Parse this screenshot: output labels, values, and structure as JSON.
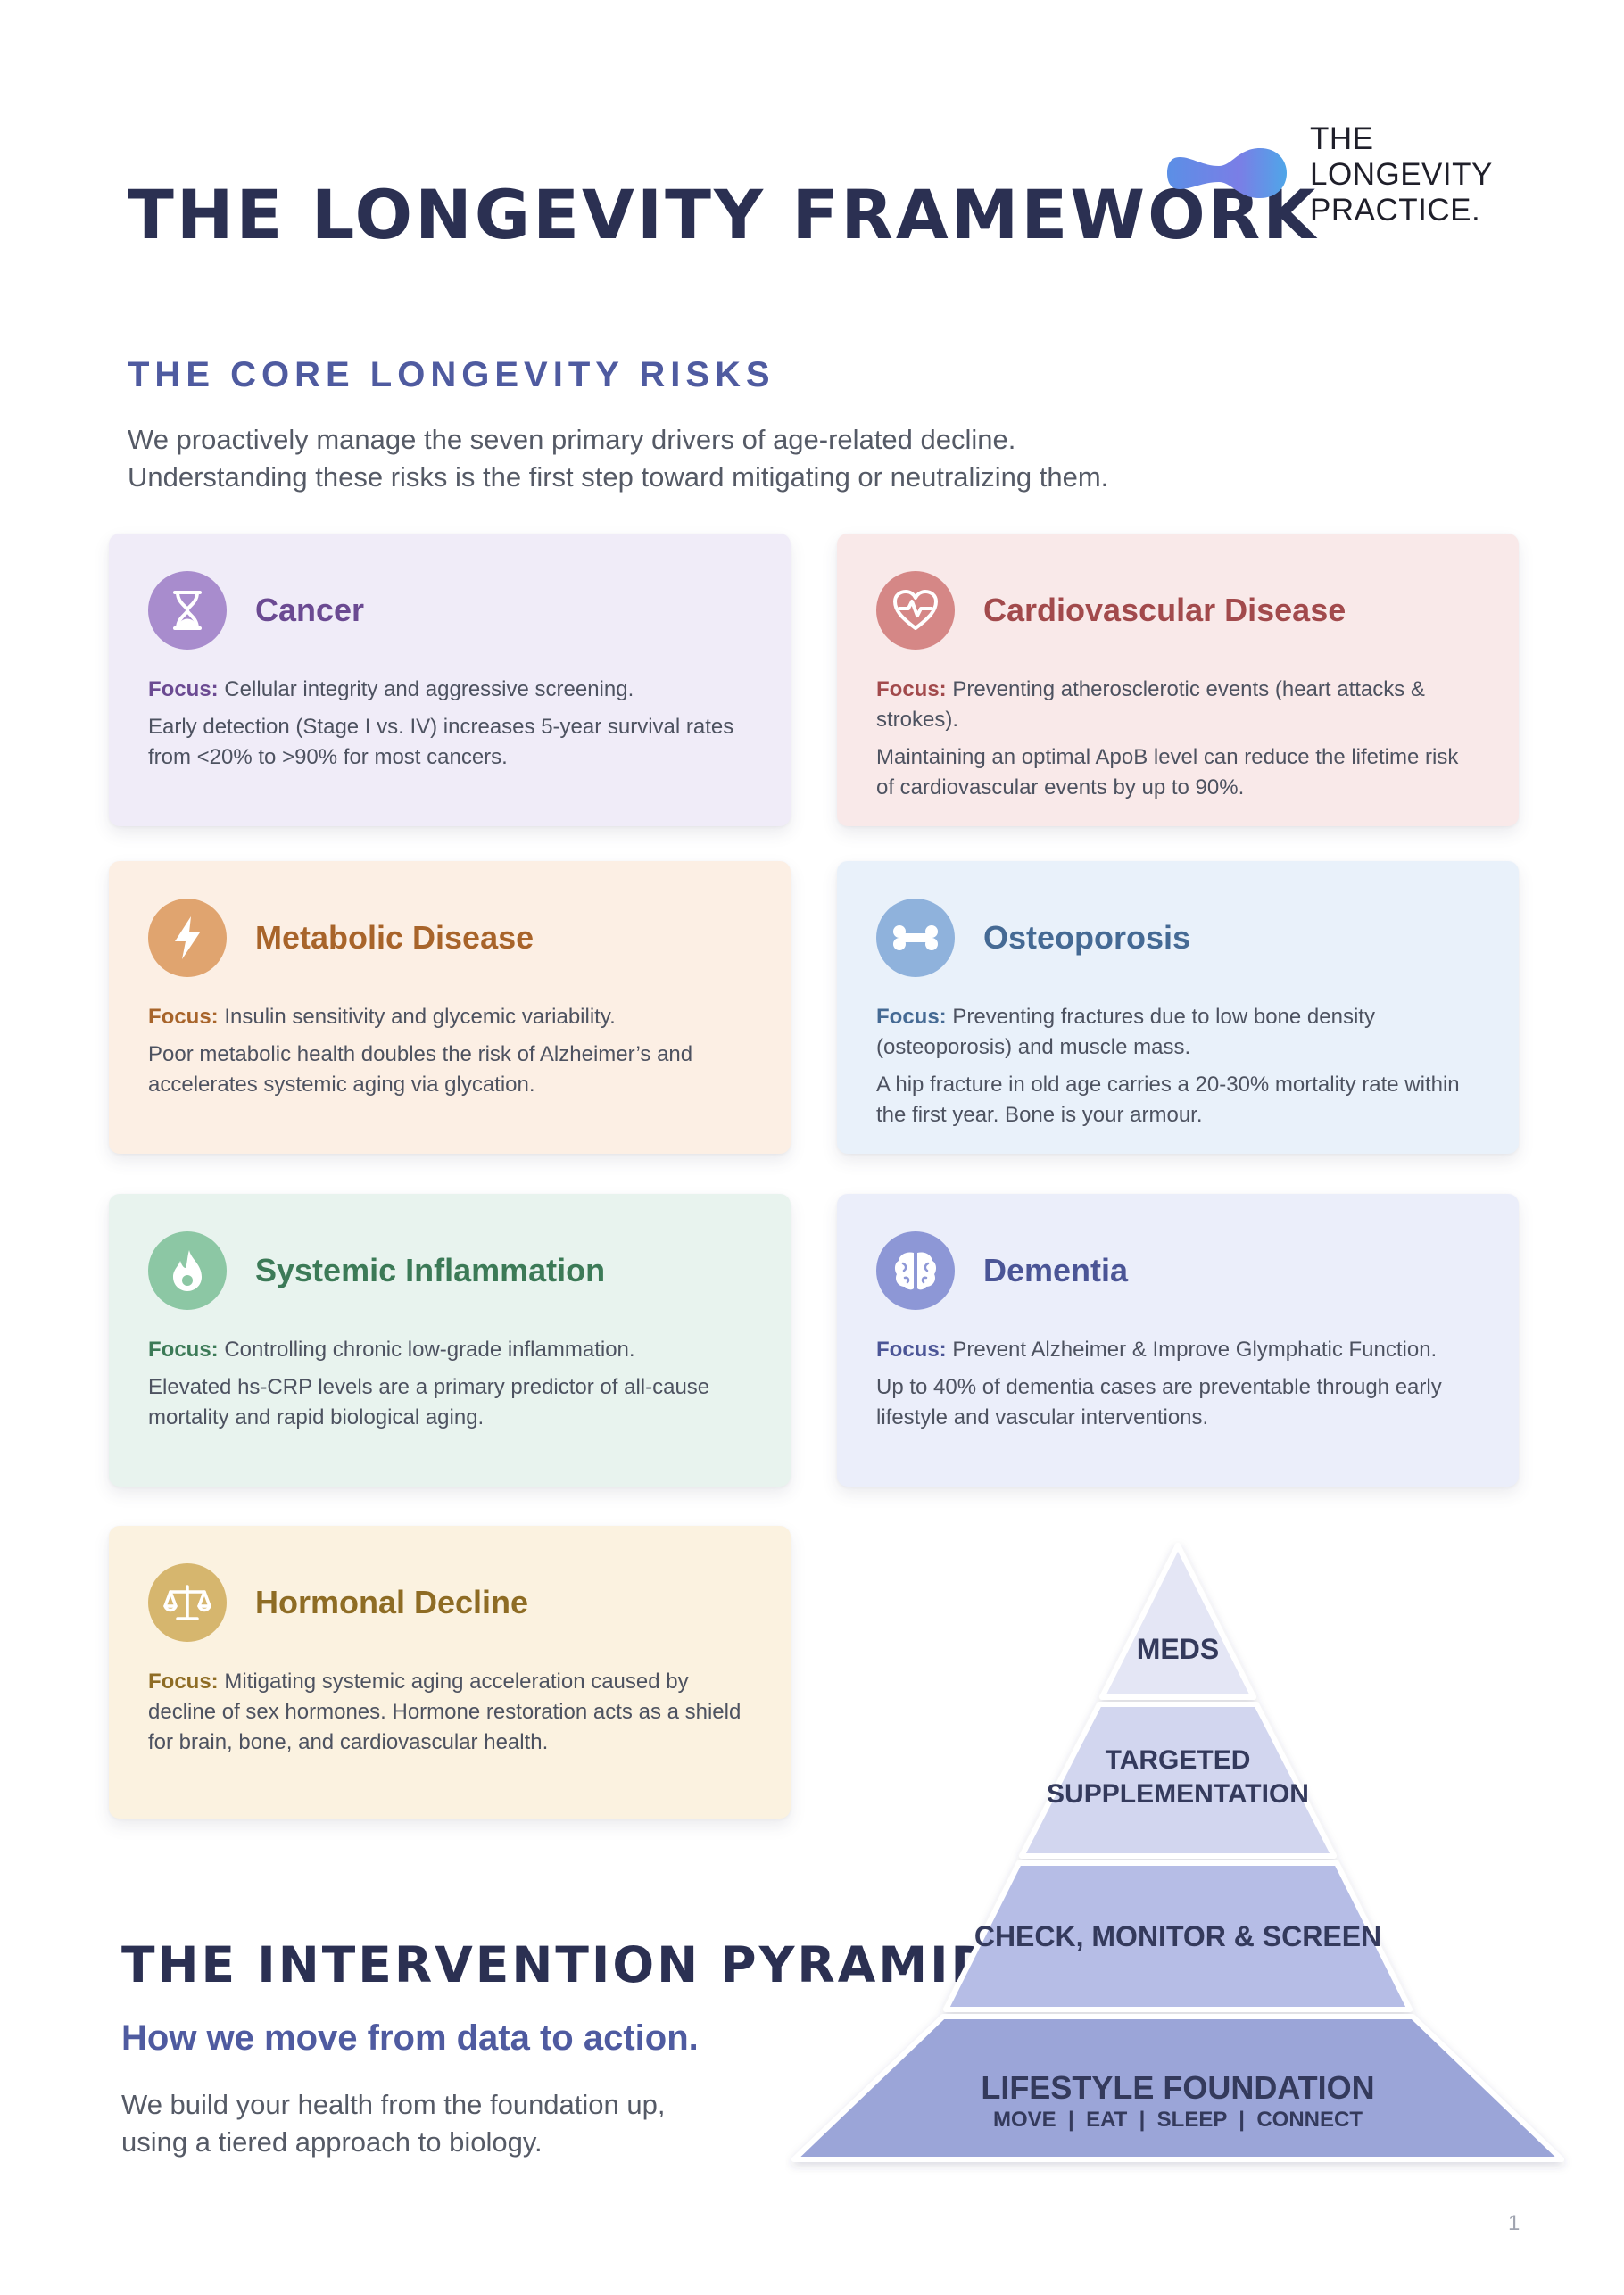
{
  "header": {
    "title": "THE LONGEVITY FRAMEWORK",
    "logo_lines": [
      "THE",
      "LONGEVITY",
      "PRACTICE."
    ]
  },
  "risks": {
    "section_title": "THE CORE LONGEVITY RISKS",
    "intro_lines": [
      "We proactively manage the seven primary drivers of age-related decline.",
      "Understanding these risks is the first step toward mitigating or neutralizing them."
    ],
    "focus_label": "Focus:",
    "cards": [
      {
        "title": "Cancer",
        "icon": "hourglass-icon",
        "focus": "Cellular integrity and aggressive screening.",
        "detail": "Early detection (Stage I vs. IV) increases 5-year survival rates from <20% to >90% for most cancers.",
        "colors": {
          "bg": "#f0ecf8",
          "icon": "#a88ccd",
          "title": "#6b4a92"
        }
      },
      {
        "title": "Cardiovascular Disease",
        "icon": "heart-pulse-icon",
        "focus": "Preventing atherosclerotic events (heart attacks & strokes).",
        "detail": "Maintaining an optimal ApoB level can reduce the lifetime risk of cardiovascular events by up to 90%.",
        "colors": {
          "bg": "#f9e9e9",
          "icon": "#d58786",
          "title": "#a24a4c"
        }
      },
      {
        "title": "Metabolic Disease",
        "icon": "lightning-icon",
        "focus": "Insulin sensitivity and glycemic variability.",
        "detail": "Poor metabolic health doubles the risk of Alzheimer’s and accelerates systemic aging via glycation.",
        "colors": {
          "bg": "#fcefe4",
          "icon": "#e0a46f",
          "title": "#a8642a"
        }
      },
      {
        "title": "Osteoporosis",
        "icon": "bone-icon",
        "focus": "Preventing fractures due to low bone density (osteoporosis) and muscle mass.",
        "detail": "A hip fracture in old age carries a 20-30% mortality rate within the first year. Bone is your armour.",
        "colors": {
          "bg": "#e9f1fa",
          "icon": "#8fb2dc",
          "title": "#456a94"
        }
      },
      {
        "title": "Systemic Inflammation",
        "icon": "flame-icon",
        "focus": "Controlling chronic low-grade inflammation.",
        "detail": "Elevated hs-CRP levels are a primary predictor of all-cause mortality and rapid biological aging.",
        "colors": {
          "bg": "#e8f3ee",
          "icon": "#8cc7a4",
          "title": "#3c7a57"
        }
      },
      {
        "title": "Dementia",
        "icon": "brain-icon",
        "focus": "Prevent Alzheimer & Improve Glymphatic Function.",
        "detail": "Up to 40% of dementia cases are preventable through early lifestyle and vascular interventions.",
        "colors": {
          "bg": "#ebeefa",
          "icon": "#8d97d6",
          "title": "#4b5596"
        }
      },
      {
        "title": "Hormonal Decline",
        "icon": "scales-icon",
        "focus": "Mitigating systemic aging acceleration caused by decline of sex hormones.  Hormone restoration acts as a shield for brain, bone, and cardiovascular health.",
        "detail": "",
        "colors": {
          "bg": "#fbf2e0",
          "icon": "#d6b66e",
          "title": "#8e6c24"
        }
      }
    ]
  },
  "pyramid": {
    "title": "THE INTERVENTION PYRAMID",
    "subtitle": "How we move from data to action.",
    "description_lines": [
      "We build your health from the foundation up,",
      "using a tiered approach to biology."
    ],
    "tiers": [
      {
        "lines": [
          "MEDS"
        ],
        "color": "#e4e6f5"
      },
      {
        "lines": [
          "TARGETED",
          "SUPPLEMENTATION"
        ],
        "color": "#d2d6ef"
      },
      {
        "lines": [
          "CHECK, MONITOR & SCREEN"
        ],
        "color": "#b6bde6"
      },
      {
        "lines": [
          "LIFESTYLE FOUNDATION",
          "MOVE  |  EAT  |  SLEEP  |  CONNECT"
        ],
        "color": "#9ba5d8"
      }
    ]
  },
  "footer": {
    "page_number": "1"
  }
}
